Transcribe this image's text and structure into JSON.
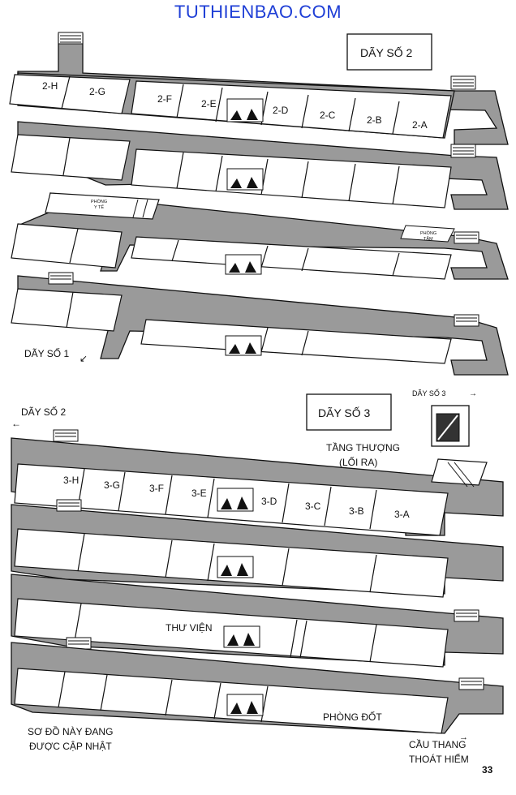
{
  "watermark": "TUTHIENBAO.COM",
  "page_number": "33",
  "labels": {
    "wing2_box": "DÃY SỐ 2",
    "wing1_label": "DÃY SỐ 1",
    "wing3_pointer": "DÃY SỐ 3",
    "wing2_pointer": "DÃY SỐ 2",
    "wing3_box": "DÃY SỐ 3",
    "rooftop_line1": "TẦNG THƯỢNG",
    "rooftop_line2": "(LỐI RA)",
    "library": "THƯ VIỆN",
    "burn_room": "PHÒNG ĐỐT",
    "update_line1": "SƠ ĐỒ NÀY ĐANG",
    "update_line2": "ĐƯỢC CẬP NHẬT",
    "stairs_line1": "CẦU THANG",
    "stairs_line2": "THOÁT HIỂM",
    "infirmary_line1": "PHÒNG",
    "infirmary_line2": "Y TẾ",
    "bathroom_line1": "PHÒNG",
    "bathroom_line2": "TẮM"
  },
  "wing2_rooms": [
    "2-H",
    "2-G",
    "2-F",
    "2-E",
    "2-D",
    "2-C",
    "2-B",
    "2-A"
  ],
  "wing3_rooms": [
    "3-H",
    "3-G",
    "3-F",
    "3-E",
    "3-D",
    "3-C",
    "3-B",
    "3-A"
  ],
  "colors": {
    "corridor": "#9a9a9a",
    "room": "#ffffff",
    "ink": "#111111",
    "watermark": "#1f3fd6"
  }
}
